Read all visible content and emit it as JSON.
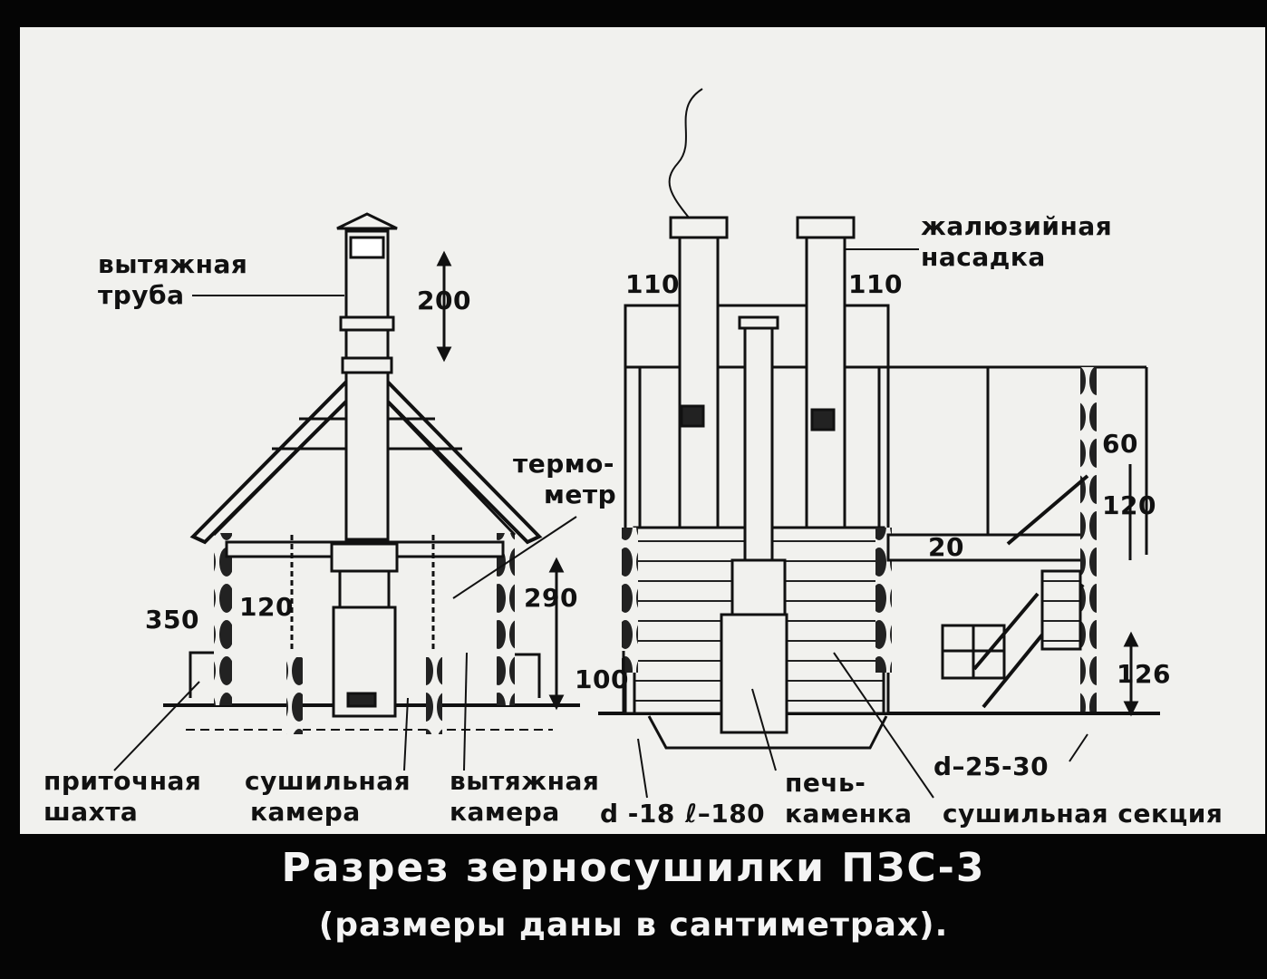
{
  "labels": {
    "exhaust_pipe_1": "вытяжная",
    "exhaust_pipe_2": "труба",
    "thermometer_1": "термо-",
    "thermometer_2": "метр",
    "louver_1": "жалюзийная",
    "louver_2": "насадка",
    "supply_shaft_1": "приточная",
    "supply_shaft_2": "шахта",
    "drying_chamber_1": "сушильная",
    "drying_chamber_2": "камера",
    "exhaust_chamber_1": "вытяжная",
    "exhaust_chamber_2": "камера",
    "stove_1": "печь-",
    "stove_2": "каменка",
    "drying_section": "сушильная секция"
  },
  "dimensions": {
    "d200": "200",
    "d350": "350",
    "d120_left": "120",
    "d290": "290",
    "d110_left": "110",
    "d110_right": "110",
    "d60": "60",
    "d120_right": "120",
    "d20": "20",
    "d100": "100",
    "d126": "126",
    "d_pile": "d -18",
    "l_pile": "ℓ–180",
    "d_log": "d–25-30"
  },
  "caption": {
    "title": "Разрез зерносушилки ПЗС-3",
    "subtitle": "(размеры даны в сантиметрах)."
  }
}
